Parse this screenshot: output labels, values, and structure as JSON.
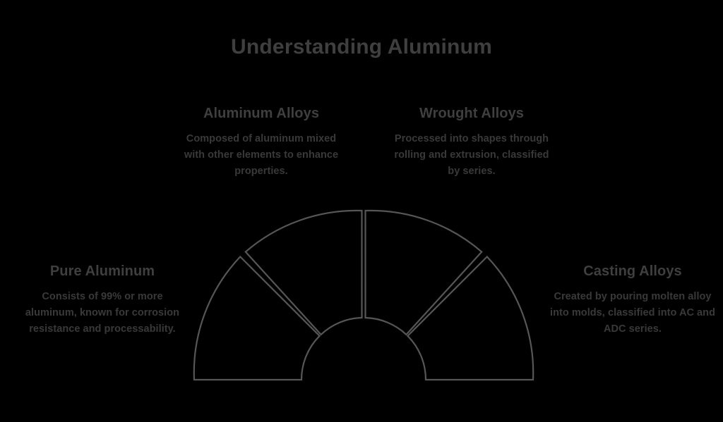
{
  "page": {
    "background_color": "#000000",
    "title": "Understanding Aluminum",
    "title_color": "#3f3f3f",
    "body_text_color": "#393939",
    "stroke_color": "#565656"
  },
  "nodes": [
    {
      "id": "aluminum-alloys",
      "heading": "Aluminum Alloys",
      "body": "Composed of aluminum mixed with other elements to enhance properties.",
      "position": "upper-left"
    },
    {
      "id": "wrought-alloys",
      "heading": "Wrought Alloys",
      "body": "Processed into shapes through rolling and extrusion, classified by series.",
      "position": "upper-right"
    },
    {
      "id": "pure-aluminum",
      "heading": "Pure Aluminum",
      "body": "Consists of 99% or more aluminum, known for corrosion resistance and processability.",
      "position": "left"
    },
    {
      "id": "casting-alloys",
      "heading": "Casting Alloys",
      "body": "Created by pouring molten alloy into molds, classified into AC and ADC series.",
      "position": "right"
    }
  ],
  "chart_data": {
    "type": "pie",
    "title": "Understanding Aluminum",
    "shape": "semicircle-donut",
    "fill": "none",
    "stroke": "#565656",
    "stroke_width": 2.2,
    "center": [
      253,
      251
    ],
    "outer_radius": 240,
    "inner_radius": 88,
    "gap_degrees": 3.2,
    "total_sweep_degrees": 180,
    "categories": [
      "Pure Aluminum",
      "Aluminum Alloys",
      "Wrought Alloys",
      "Casting Alloys"
    ],
    "values": [
      25,
      25,
      25,
      25
    ],
    "segments": [
      {
        "label": "Pure Aluminum",
        "start_angle": 180,
        "end_angle": 135
      },
      {
        "label": "Aluminum Alloys",
        "start_angle": 135,
        "end_angle": 90
      },
      {
        "label": "Wrought Alloys",
        "start_angle": 90,
        "end_angle": 45
      },
      {
        "label": "Casting Alloys",
        "start_angle": 45,
        "end_angle": 0
      }
    ],
    "legend": "none",
    "grid": false,
    "xlabel": "",
    "ylabel": ""
  }
}
